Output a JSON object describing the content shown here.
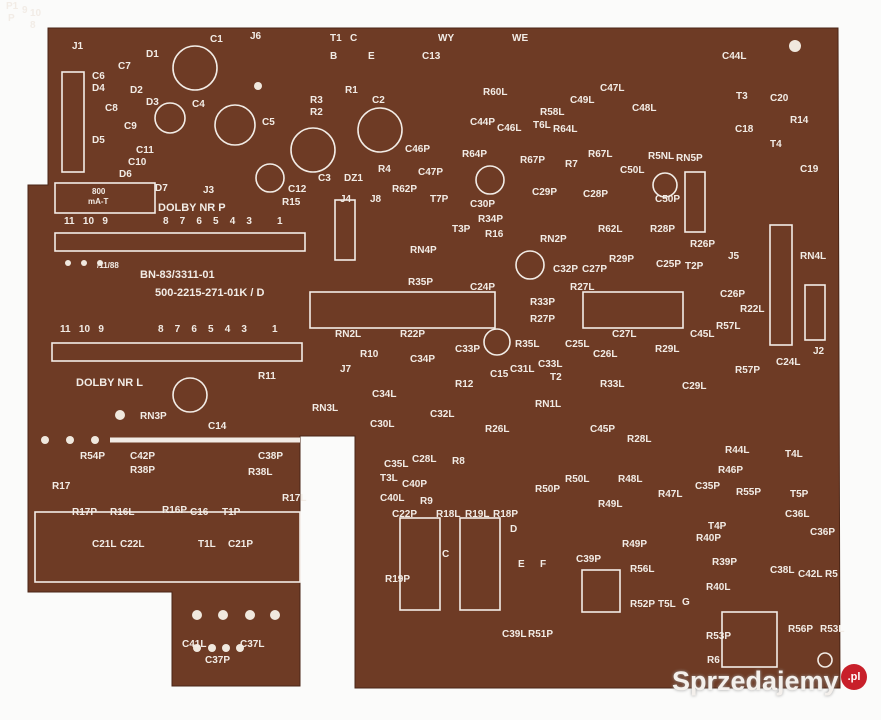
{
  "board": {
    "color": "#6e3b25",
    "silkscreen_color": "#f2ece6",
    "texts": {
      "dolby_p": "DOLBY NR P",
      "dolby_l": "DOLBY NR L",
      "part_no": "BN-83/3311-01",
      "part_no2": "500-2215-271-01K / D",
      "date": "/11/88",
      "fuse": "800",
      "fuse2": "mA-T",
      "pins_top": "11   10   9",
      "pins_top2": "8    7    6    5    4    3         1",
      "pins_bottom": "11   10   9",
      "pins_bottom2": "8    7    6    5    4    3         1"
    },
    "components": [
      "J1",
      "C1",
      "J6",
      "T1",
      "C",
      "B",
      "E",
      "WY",
      "C13",
      "WE",
      "C44L",
      "C6",
      "C7",
      "D1",
      "D4",
      "D2",
      "C8",
      "C9",
      "D3",
      "C4",
      "C5",
      "R3",
      "R2",
      "R1",
      "C2",
      "R60L",
      "C44P",
      "C46L",
      "R58L",
      "C49L",
      "C47L",
      "C48L",
      "T3",
      "C20",
      "R14",
      "C18",
      "T4",
      "C19",
      "D5",
      "C10",
      "C11",
      "D6",
      "D7",
      "J3",
      "C3",
      "DZ1",
      "R4",
      "C12",
      "R15",
      "C46P",
      "C47P",
      "R64P",
      "T6L",
      "R64L",
      "R67P",
      "R67L",
      "R5NL",
      "RN5P",
      "C50L",
      "C28P",
      "C50P",
      "J4",
      "J8",
      "R7",
      "R62P",
      "T7P",
      "C30P",
      "T3P",
      "R34P",
      "R16",
      "C29P",
      "R62L",
      "R28P",
      "R26P",
      "J5",
      "RN4L",
      "RN4P",
      "R35P",
      "RN2P",
      "C32P",
      "C27P",
      "R29P",
      "C25P",
      "T2P",
      "C24P",
      "R33P",
      "R27P",
      "R27L",
      "C26P",
      "R22P",
      "RN2L",
      "C34P",
      "C33P",
      "R35L",
      "C27L",
      "C25L",
      "C26L",
      "R29L",
      "C45L",
      "R57L",
      "R22L",
      "R57P",
      "C24L",
      "J2",
      "J7",
      "R10",
      "R11",
      "RN3L",
      "RN3P",
      "C14",
      "C34L",
      "R12",
      "C31L",
      "C32L",
      "C30L",
      "C33L",
      "T2",
      "C15",
      "RN1L",
      "R33L",
      "C29L",
      "R28L",
      "C45P",
      "R26L",
      "C35L",
      "C28L",
      "T3L",
      "C40L",
      "C40P",
      "R9",
      "R8",
      "R50L",
      "R50P",
      "R48L",
      "C35P",
      "R55P",
      "R46P",
      "R44L",
      "T4L",
      "T5P",
      "C36L",
      "C36P",
      "T4P",
      "R40P",
      "R39P",
      "R40L",
      "C38L",
      "C42L",
      "R5",
      "R54P",
      "C42P",
      "C38P",
      "R38P",
      "R38L",
      "R17",
      "R17L",
      "R17P",
      "R16L",
      "R16P",
      "C16",
      "T1P",
      "C21L",
      "C22L",
      "T1L",
      "C21P",
      "C22P",
      "R18L",
      "R19L",
      "R18P",
      "R19P",
      "C",
      "D",
      "E",
      "F",
      "R49L",
      "R49P",
      "R47L",
      "C39P",
      "C39L",
      "R51P",
      "R52P",
      "T5L",
      "G",
      "R56L",
      "R56P",
      "R53L",
      "R53P",
      "R6",
      "C41L",
      "C37P",
      "C37L",
      "P1",
      "P",
      "9",
      "10",
      "8"
    ],
    "watermark": "Sprzedajemy",
    "watermark_badge": ".pl"
  }
}
